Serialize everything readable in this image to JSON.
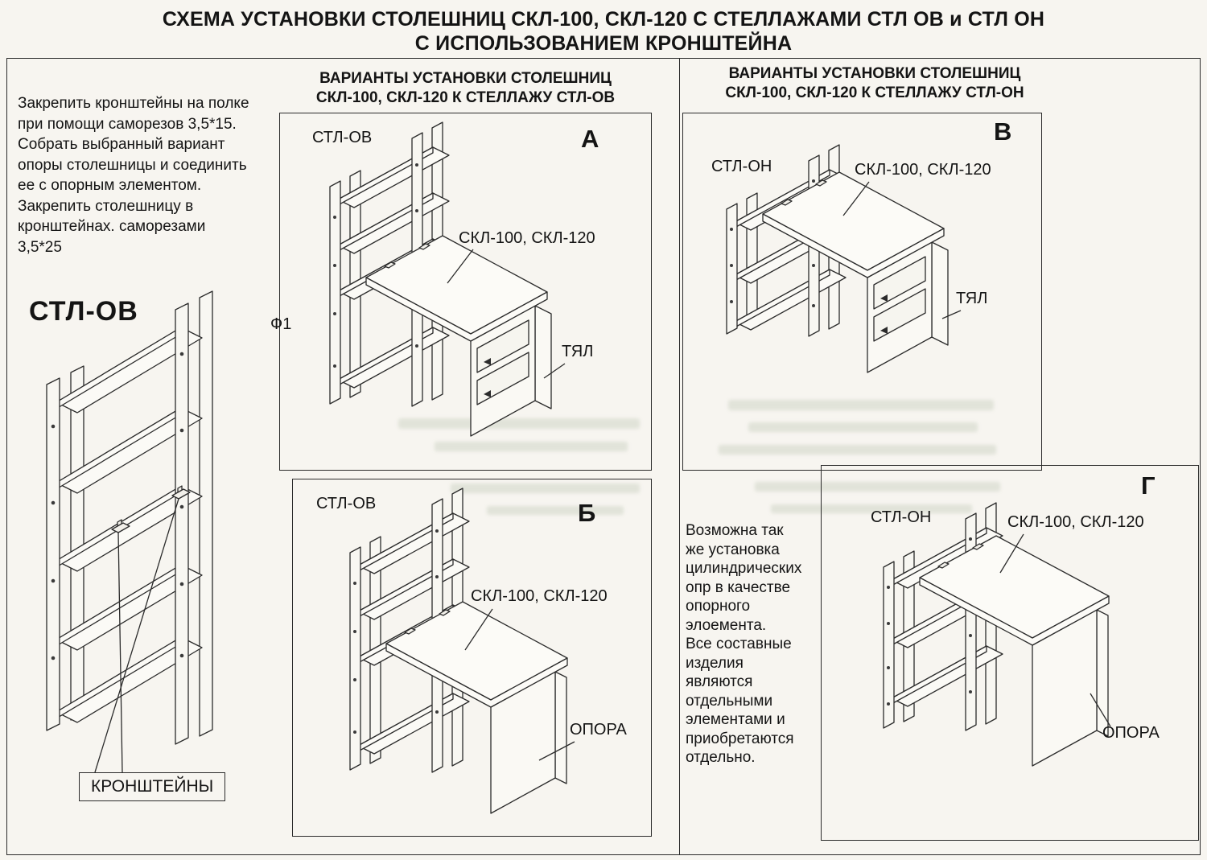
{
  "title": {
    "line1": "СХЕМА УСТАНОВКИ СТОЛЕШНИЦ СКЛ-100, СКЛ-120  С СТЕЛЛАЖАМИ  СТЛ ОВ и СТЛ ОН",
    "line2": "С ИСПОЛЬЗОВАНИЕМ КРОНШТЕЙНА"
  },
  "left_panel": {
    "instructions": "Закрепить кронштейны на полке\nпри помощи саморезов 3,5*15.\nСобрать выбранный вариант\nопоры столешницы и соединить\nее с опорным элементом.\nЗакрепить столешницу в\nкронштейнах. саморезами\n3,5*25",
    "unit_label": "СТЛ-ОВ",
    "brackets_label": "КРОНШТЕЙНЫ"
  },
  "middle_column": {
    "header": "ВАРИАНТЫ УСТАНОВКИ СТОЛЕШНИЦ\nСКЛ-100, СКЛ-120 К СТЕЛЛАЖУ СТЛ-ОВ",
    "figure_ref": "Ф1",
    "variant_a": {
      "letter": "А",
      "unit_label": "СТЛ-ОВ",
      "top_label": "СКЛ-100, СКЛ-120",
      "support_label": "ТЯЛ"
    },
    "variant_b": {
      "letter": "Б",
      "unit_label": "СТЛ-ОВ",
      "top_label": "СКЛ-100, СКЛ-120",
      "support_label": "ОПОРА"
    }
  },
  "right_column": {
    "header": "ВАРИАНТЫ УСТАНОВКИ СТОЛЕШНИЦ\nСКЛ-100, СКЛ-120 К СТЕЛЛАЖУ СТЛ-ОН",
    "variant_v": {
      "letter": "В",
      "unit_label": "СТЛ-ОН",
      "top_label": "СКЛ-100, СКЛ-120",
      "support_label": "ТЯЛ"
    },
    "variant_g": {
      "letter": "Г",
      "unit_label": "СТЛ-ОН",
      "top_label": "СКЛ-100, СКЛ-120",
      "support_label": "ОПОРА"
    },
    "note": "Возможна так\nже установка\nцилиндрических\nопр в качестве\nопорного\nэлоемента.\nВсе составные\nизделия\nявляются\nотдельными\nэлементами и\nприобретаются\nотдельно."
  }
}
